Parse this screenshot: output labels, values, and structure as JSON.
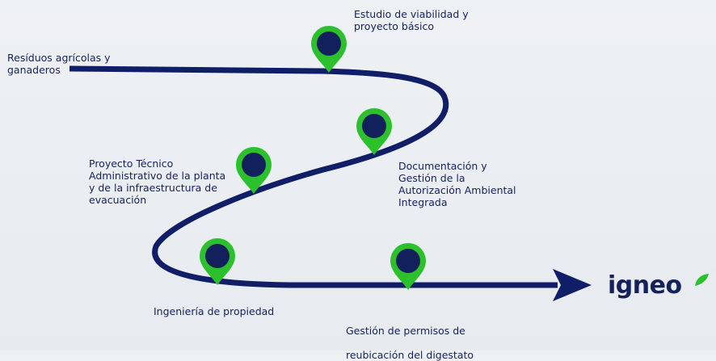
{
  "labels": {
    "start": "Resíduos agrícolas y\nganaderos",
    "step1": "Estudio de viabilidad y\nproyecto básico",
    "step2": "Documentación y\nGestión de la\nAutorización Ambiental\nIntegrada",
    "step3": "Proyecto Técnico\nAdministrativo de la planta\ny de la infraestructura de\nevacuación",
    "step4": "Ingeniería de propiedad",
    "step5_line1": "Gestión de permisos de",
    "step5_line2a": "reubicación del ",
    "step5_line2b": "digestato"
  },
  "logo": {
    "text": "igneo"
  },
  "colors": {
    "path": "#0f1e66",
    "pin_outer": "#2dc02d",
    "pin_inner": "#12205c",
    "text": "#14215b"
  }
}
